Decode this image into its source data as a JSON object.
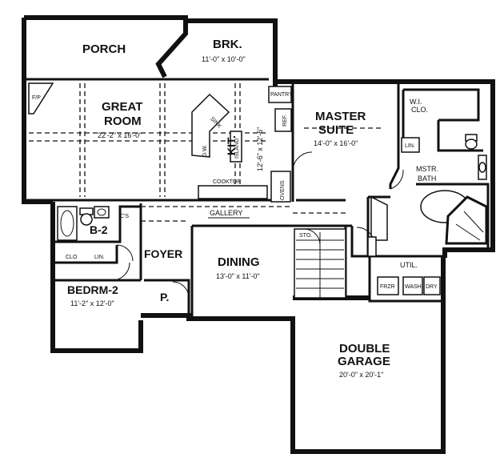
{
  "rooms": {
    "porch": {
      "name": "PORCH"
    },
    "breakfast": {
      "name": "BRK.",
      "dims": "11'-0\" x 10'-0\""
    },
    "great_room": {
      "name_line1": "GREAT",
      "name_line2": "ROOM",
      "dims": "22'-2\" x 16'-0\""
    },
    "kitchen": {
      "name": "KIT.",
      "dims": "12'-6\" x 12'-6\""
    },
    "master_suite": {
      "name_line1": "MASTER",
      "name_line2": "SUITE",
      "dims": "14'-0\" x 16'-0\""
    },
    "master_bath": {
      "name_line1": "MSTR.",
      "name_line2": "BATH"
    },
    "walk_in_closet": {
      "name_line1": "W.I.",
      "name_line2": "CLO."
    },
    "bath2": {
      "name": "B-2"
    },
    "bedroom2": {
      "name": "BEDRM-2",
      "dims": "11'-2\" x 12'-0\""
    },
    "foyer": {
      "name": "FOYER"
    },
    "powder": {
      "name": "P."
    },
    "dining": {
      "name": "DINING",
      "dims": "13'-0\" x 11'-0\""
    },
    "garage": {
      "name_line1": "DOUBLE",
      "name_line2": "GARAGE",
      "dims": "20'-0\" x 20'-1\""
    },
    "utility": {
      "name": "UTIL."
    },
    "gallery": {
      "name": "GALLERY"
    }
  },
  "fixtures": {
    "fireplace": "F/P",
    "pantry": "PANTRY",
    "refrigerator": "REF.",
    "island": "ISLAND",
    "dishwasher": "D.W.",
    "sink": "SINK",
    "cooktop": "COOKTOP",
    "ovens": "OVENS",
    "linen_master": "LIN.",
    "linen_bath2": "LIN.",
    "closet_bath2": "CLO",
    "coat_closet": "C'S",
    "storage": "STO.",
    "freezer": "FRZR",
    "washer": "WASH",
    "dryer": "DRY"
  }
}
